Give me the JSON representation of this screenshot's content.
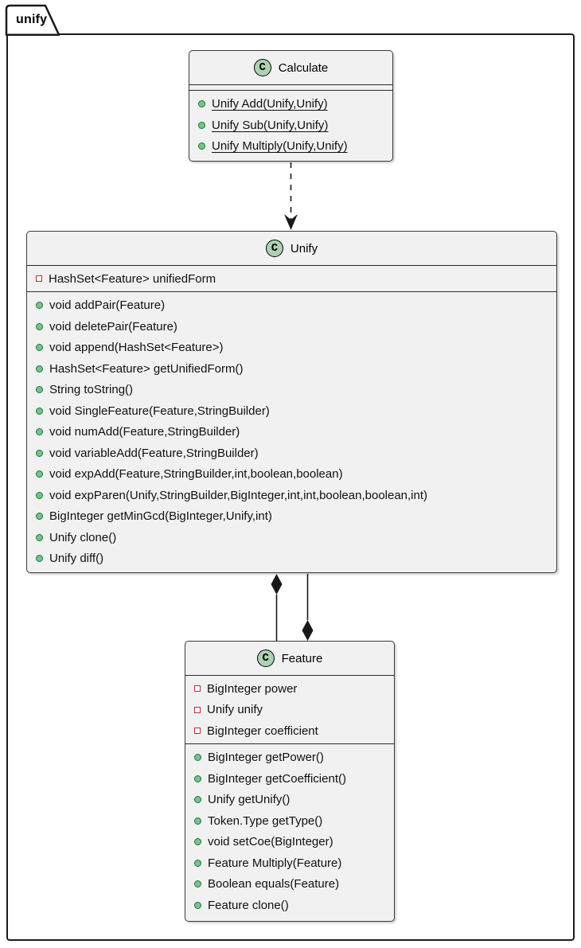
{
  "frame": {
    "label": "unify"
  },
  "class_icon": {
    "letter": "C",
    "meaning": "class"
  },
  "colors": {
    "box_fill": "#F1F1F1",
    "box_border": "#3A3A3A",
    "frame_border": "#1B1B1B",
    "class_circle_fill": "#ADD1B2",
    "public_dot_fill": "#84BE84",
    "public_dot_border": "#038048",
    "private_square_border": "#C82930",
    "connector": "#181818"
  },
  "classes": {
    "calculate": {
      "name": "Calculate",
      "fields": [],
      "methods_visibility": "public",
      "methods_static": true,
      "methods": [
        "Unify Add(Unify,Unify)",
        "Unify Sub(Unify,Unify)",
        "Unify Multiply(Unify,Unify)"
      ]
    },
    "unify": {
      "name": "Unify",
      "fields_visibility": "private",
      "fields": [
        "HashSet<Feature> unifiedForm"
      ],
      "methods_visibility": "public",
      "methods": [
        "void addPair(Feature)",
        "void deletePair(Feature)",
        "void append(HashSet<Feature>)",
        "HashSet<Feature> getUnifiedForm()",
        "String toString()",
        "void SingleFeature(Feature,StringBuilder)",
        "void numAdd(Feature,StringBuilder)",
        "void variableAdd(Feature,StringBuilder)",
        "void expAdd(Feature,StringBuilder,int,boolean,boolean)",
        "void expParen(Unify,StringBuilder,BigInteger,int,int,boolean,boolean,int)",
        "BigInteger getMinGcd(BigInteger,Unify,int)",
        "Unify clone()",
        "Unify diff()"
      ]
    },
    "feature": {
      "name": "Feature",
      "fields_visibility": "private",
      "fields": [
        "BigInteger power",
        "Unify unify",
        "BigInteger coefficient"
      ],
      "methods_visibility": "public",
      "methods": [
        "BigInteger getPower()",
        "BigInteger getCoefficient()",
        "Unify getUnify()",
        "Token.Type getType()",
        "void setCoe(BigInteger)",
        "Feature Multiply(Feature)",
        "Boolean equals(Feature)",
        "Feature clone()"
      ]
    }
  },
  "relations": [
    {
      "from": "Calculate",
      "to": "Unify",
      "type": "dashed dependency arrow"
    },
    {
      "from": "Unify",
      "to": "Feature",
      "type": "composition",
      "diamond_at": "Unify"
    },
    {
      "from": "Feature",
      "to": "Unify",
      "type": "composition",
      "diamond_at": "Feature"
    }
  ]
}
